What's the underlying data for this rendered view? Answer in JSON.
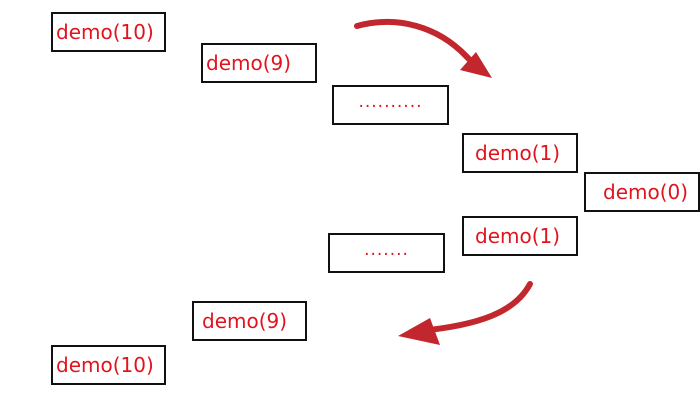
{
  "colors": {
    "text": "#e0141e",
    "border": "#111111",
    "arrow": "#c1272d"
  },
  "calls": [
    {
      "label": "demo(10)"
    },
    {
      "label": "demo(9)"
    },
    {
      "label": ".........."
    },
    {
      "label": "demo(1)"
    },
    {
      "label": "demo(0)"
    }
  ],
  "returns": [
    {
      "label": "demo(1)"
    },
    {
      "label": "......."
    },
    {
      "label": "demo(9)"
    },
    {
      "label": "demo(10)"
    }
  ],
  "arrows": [
    {
      "name": "descent-arrow-icon"
    },
    {
      "name": "return-arrow-icon"
    }
  ]
}
